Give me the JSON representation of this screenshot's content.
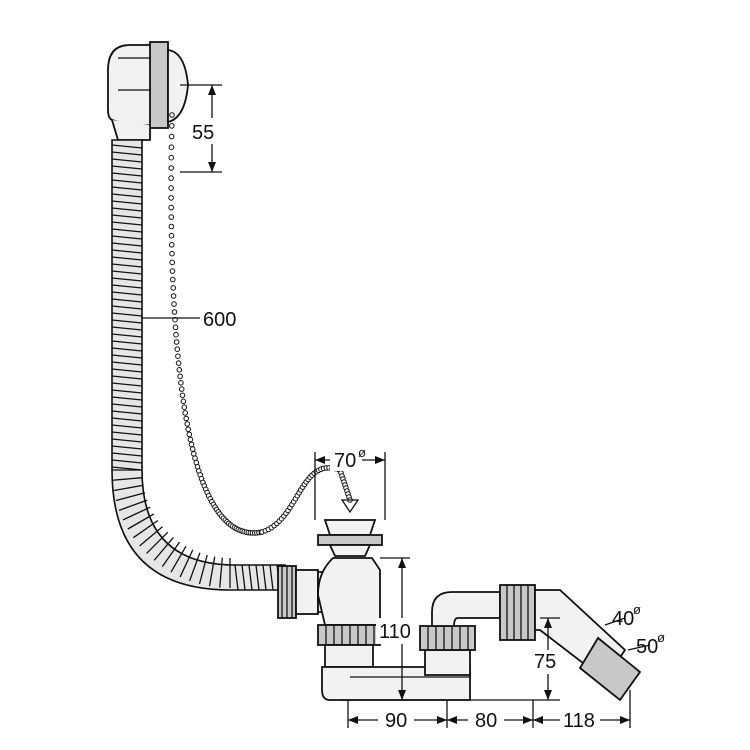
{
  "diagram": {
    "dimensions": {
      "overflow_height": "55",
      "hose_length": "600",
      "plug_diameter": "70",
      "trap_height": "110",
      "outlet_height": "75",
      "spacing_left": "90",
      "spacing_middle": "80",
      "spacing_right": "118",
      "outlet_diameter_small": "40",
      "outlet_diameter_large": "50"
    },
    "diameter_symbol": "ø",
    "colors": {
      "line": "#111111",
      "fill_light": "#f2f2f2",
      "fill_dark": "#c8c8c8"
    }
  }
}
